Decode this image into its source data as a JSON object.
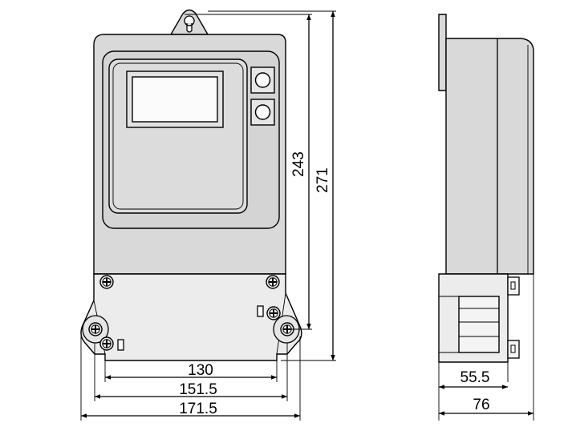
{
  "dimensions": {
    "width_130": "130",
    "width_151_5": "151.5",
    "width_171_5": "171.5",
    "height_243": "243",
    "height_271": "271",
    "depth_55_5": "55.5",
    "depth_76": "76"
  },
  "colors": {
    "meter_body": "#d9d9d9",
    "terminal_cover": "#ececec",
    "line": "#000000",
    "background": "#ffffff"
  }
}
